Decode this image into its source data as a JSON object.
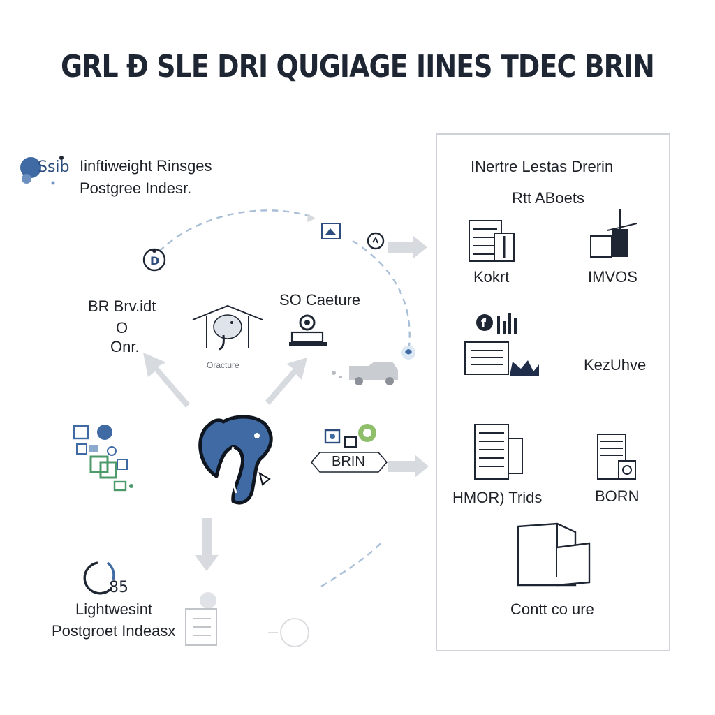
{
  "title": "GRL Ð SLE DRI QUGIAGE IINES TDEC BRIN",
  "left": {
    "top_label_line1": "Iinftiweight Rinsges",
    "top_label_line2": "Postgree Indesr.",
    "top_logo_text": "Ssib",
    "d_badge": "D",
    "br_label_line1": "BR Brv.idt",
    "br_label_line2": "O",
    "br_label_line3": "Onr.",
    "small_caption": "Oracture",
    "so_caeture": "SO Caeture",
    "brin_banner": "BRIN",
    "bottom_label_line1": "Lightwesint",
    "bottom_label_line2": "Postgroet Indeasx",
    "bottom_logo_text": "85"
  },
  "panel": {
    "heading1": "INertre Lestas Drerin",
    "heading2": "Rtt ABoets",
    "kokrt": "Kokrt",
    "imvos": "IMVOS",
    "kezuhve": "KezUhve",
    "hmor_trids": "HMOR) Trids",
    "born": "BORN",
    "contt_coure": "Contt co ure"
  },
  "colors": {
    "accent_blue": "#3f6aa3",
    "accent_green": "#4c9a6a",
    "ink": "#1f2633",
    "arrow_gray": "#d7dadf",
    "dash_blue": "#a9bfd7"
  }
}
